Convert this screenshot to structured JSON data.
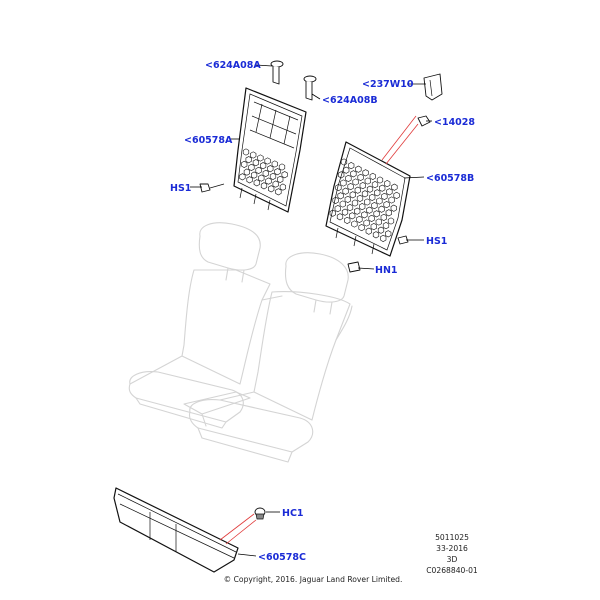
{
  "callouts": {
    "bolt_top": "<624A08A",
    "bolt_mid": "<624A08B",
    "bracket": "<237W10",
    "clip": "<14028",
    "panel_left": "<60578A",
    "panel_right": "<60578B",
    "hs1_left": "HS1",
    "hs1_right": "HS1",
    "hn1": "HN1",
    "hc1": "HC1",
    "panel_bottom": "<60578C"
  },
  "info_block": {
    "line1": "5011025",
    "line2": "33-2016",
    "line3": "3D",
    "line4": "C0268840-01"
  },
  "copyright": "© Copyright, 2016. Jaguar Land Rover Limited.",
  "colors": {
    "callout": "#1a2bd6",
    "leader_highlight": "#e03a3a",
    "ghost_outline": "#d4d4d4",
    "line": "#111111"
  }
}
